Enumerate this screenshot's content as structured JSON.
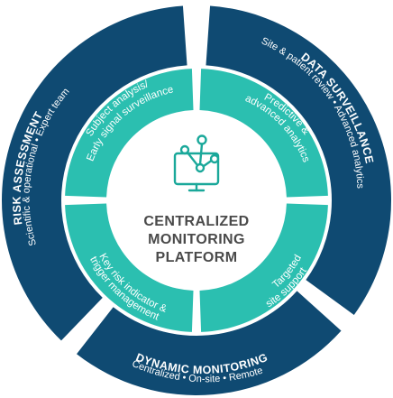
{
  "colors": {
    "outer_ring": "#0f4a72",
    "inner_ring": "#2bbfb0",
    "center": "#ffffff",
    "center_text": "#4a4a4a",
    "icon": "#1aa89a",
    "divider": "#ffffff"
  },
  "center": {
    "icon": "monitor-network-icon",
    "line1": "CENTRALIZED",
    "line2": "MONITORING",
    "line3": "PLATFORM"
  },
  "outer": {
    "risk_title": "RISK ASSESSMENT",
    "risk_sub": "Scientific & operational • Expert team",
    "data_title": "DATA SURVEILLANCE",
    "data_sub": "Site & patient review • Advanced analytics",
    "dyn_title": "DYNAMIC MONITORING",
    "dyn_sub": "Centralized • On-site • Remote"
  },
  "inner": {
    "subject_1": "Subject analysis/",
    "subject_2": "Early signal surveillance",
    "predictive_1": "Predictive &",
    "predictive_2": "advanced analytics",
    "kri_1": "Key risk indicator &",
    "kri_2": "trigger management",
    "targeted_1": "Targeted",
    "targeted_2": "site support"
  }
}
